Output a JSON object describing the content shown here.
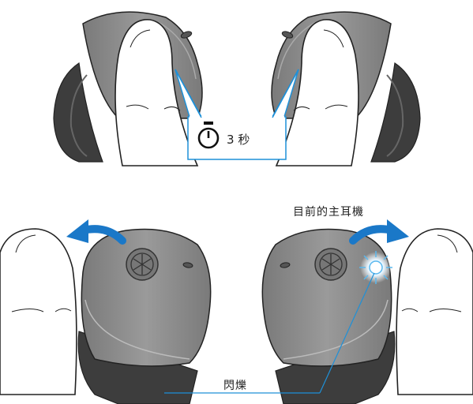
{
  "timer": {
    "value": "3",
    "unit": "秒",
    "icon": "stopwatch-icon"
  },
  "labels": {
    "current_main": "目前的主耳機",
    "blinking": "閃爍"
  },
  "colors": {
    "earbud_body": "#8a8a8a",
    "earbud_dark": "#4a4a4a",
    "callout_line": "#1e90d8",
    "led_glow": "#5bb8ee",
    "arrow": "#1a78c8"
  }
}
